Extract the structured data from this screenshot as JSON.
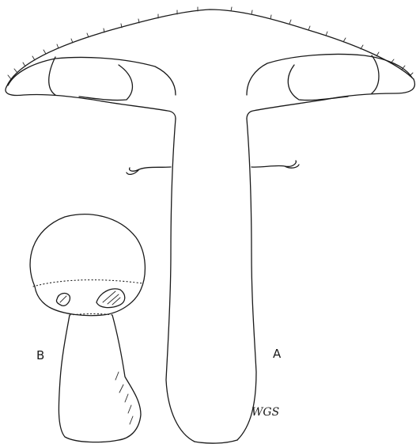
{
  "figure": {
    "labels": {
      "a": "A",
      "b": "B"
    },
    "signature": "WGS"
  },
  "colors": {
    "ink": "#1a1a1a",
    "paper": "#ffffff"
  }
}
